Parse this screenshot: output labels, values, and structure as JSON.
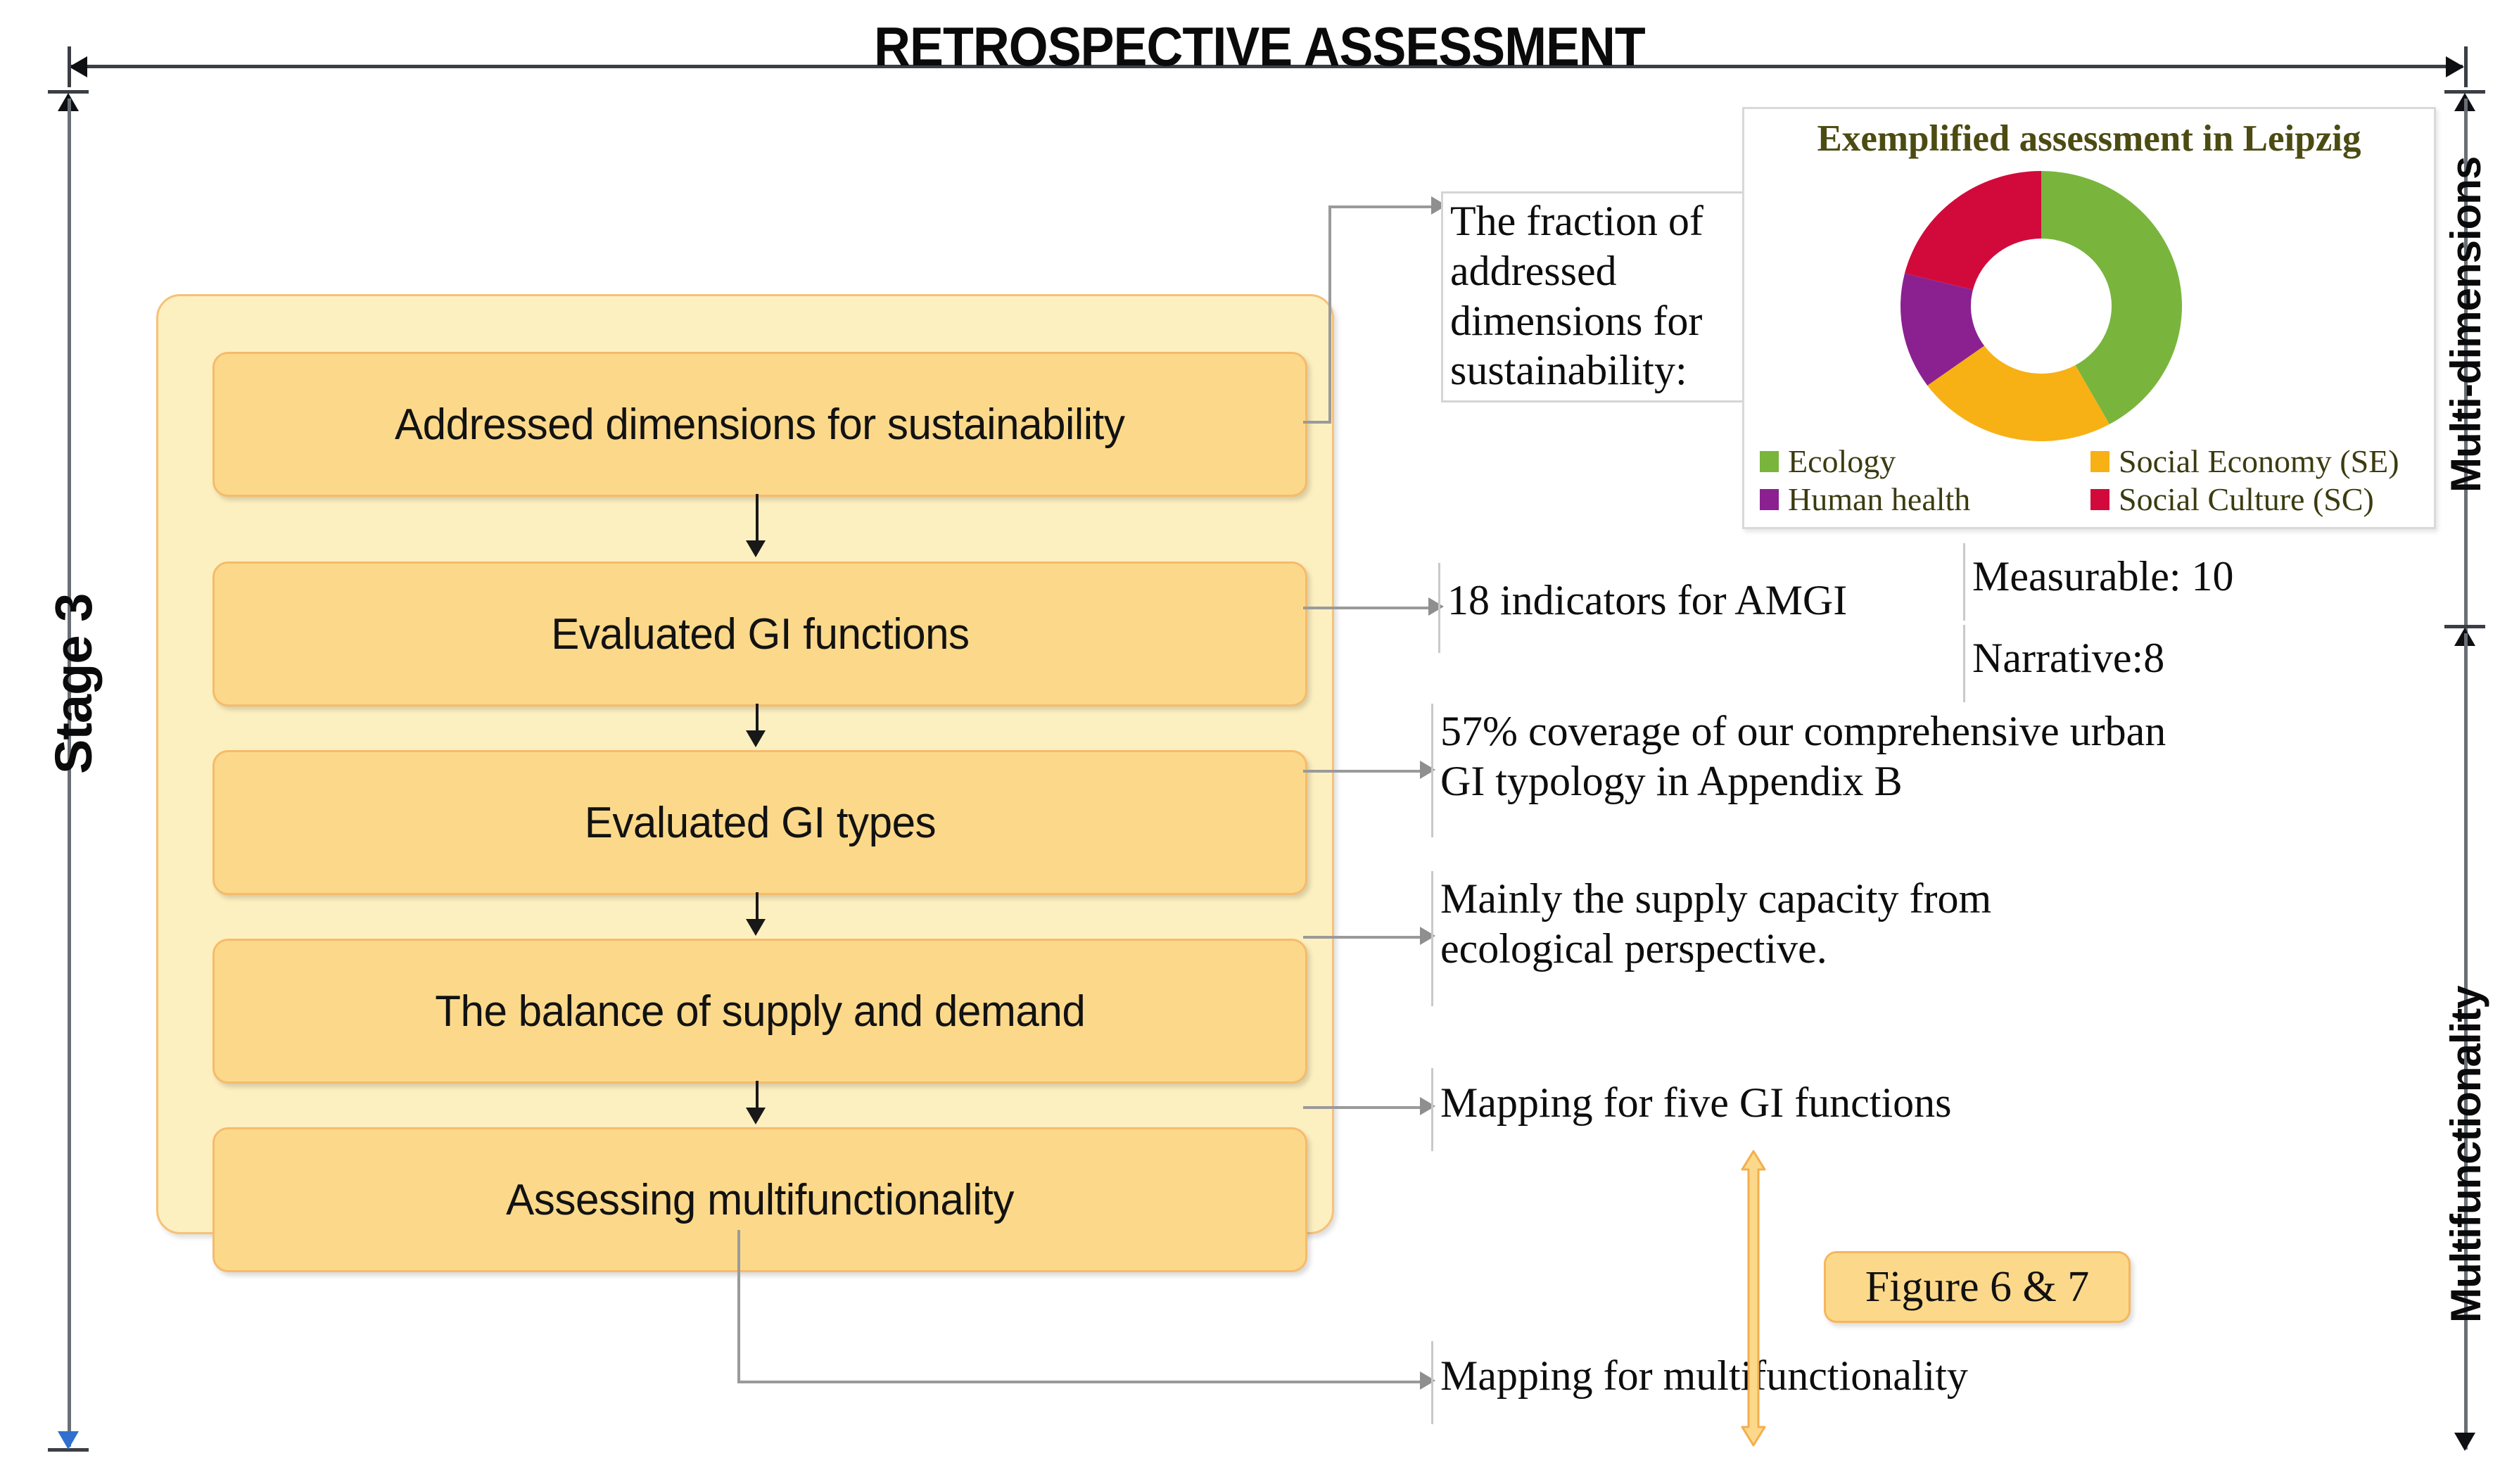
{
  "title": "RETROSPECTIVE ASSESSMENT",
  "stage_label": "Stage 3",
  "side_labels": {
    "top": "Multi-dimensions",
    "bottom": "Multifunctionality"
  },
  "flow": {
    "steps": [
      {
        "label": "Addressed dimensions for sustainability"
      },
      {
        "label": "Evaluated GI functions"
      },
      {
        "label": "Evaluated GI types"
      },
      {
        "label": "The balance of supply and demand"
      },
      {
        "label": "Assessing multifunctionality"
      }
    ]
  },
  "notes": {
    "fraction": "The fraction of addressed dimensions for sustainability:",
    "indicators": "18 indicators for AMGI",
    "measurable": "Measurable:  10",
    "narrative": "Narrative:8",
    "coverage": "57% coverage of our comprehensive urban GI typology in Appendix B",
    "supply": "Mainly the supply capacity from ecological perspective.",
    "mapping_five": "Mapping for five GI functions",
    "mapping_multi": "Mapping for multifunctionality"
  },
  "figure_tag": "Figure 6 & 7",
  "colors": {
    "container_fill": "#FDF0C0",
    "container_border": "#F7C177",
    "box_fill": "#FCD98A",
    "box_border": "#F6BB6C",
    "ecology": "#79B53C",
    "social_economy": "#F7B115",
    "human_health": "#8B2191",
    "social_culture": "#D20A3C",
    "chart_title": "#4C4B12"
  },
  "chart_data": {
    "type": "pie",
    "title": "Exemplified assessment in Leipzig",
    "variant": "donut",
    "legend_position": "bottom",
    "hole_ratio": 0.5,
    "labels": [
      "Ecology",
      "Social Economy (SE)",
      "Human health",
      "Social Culture (SC)"
    ],
    "legend_order": [
      "Ecology",
      "Social Economy (SE)",
      "Human health",
      "Social Culture (SC)"
    ],
    "values": [
      42,
      23,
      14,
      21
    ],
    "units": "percent",
    "colors": [
      "#79B53C",
      "#F7B115",
      "#8B2191",
      "#D20A3C"
    ],
    "start_angle_deg": 0,
    "direction": "clockwise",
    "slices": [
      {
        "label": "Ecology",
        "value": 42,
        "color": "#79B53C",
        "start_deg": 0,
        "end_deg": 151
      },
      {
        "label": "Social Economy (SE)",
        "value": 23,
        "color": "#F7B115",
        "start_deg": 151,
        "end_deg": 234
      },
      {
        "label": "Human health",
        "value": 14,
        "color": "#8B2191",
        "start_deg": 234,
        "end_deg": 284
      },
      {
        "label": "Social Culture (SC)",
        "value": 21,
        "color": "#D20A3C",
        "start_deg": 284,
        "end_deg": 360
      }
    ]
  }
}
